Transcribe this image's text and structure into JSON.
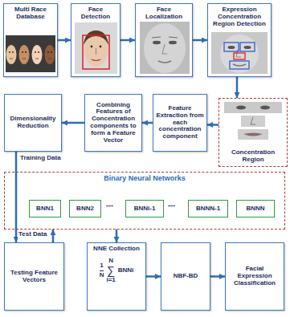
{
  "diagram": {
    "nodes": [
      {
        "text": [
          "Multi Race Database"
        ]
      },
      {
        "text": [
          "Face Detection"
        ]
      },
      {
        "text": [
          "Face Localization"
        ]
      },
      {
        "text": [
          "Expression Concentration Region Detection"
        ]
      },
      {
        "text": [
          "Dimensionality Reduction"
        ]
      },
      {
        "text": [
          "Combining Features of Concentration components to form a Feature Vector"
        ]
      },
      {
        "text": [
          "Feature Extraction from each concentration component"
        ]
      },
      {
        "text": [
          "Concentration Region"
        ]
      },
      {
        "text": [
          "Binary Neural Networks"
        ]
      },
      {
        "text": [
          "BNN1"
        ],
        "in": 8
      },
      {
        "text": [
          "BNN2"
        ],
        "in": 8
      },
      {
        "text": [
          "BNNi-1"
        ],
        "in": 8
      },
      {
        "text": [
          "BNNN-1"
        ],
        "in": 8
      },
      {
        "text": [
          "BNNN"
        ],
        "in": 8
      },
      {
        "text": [
          "Testing Feature Vectors"
        ]
      },
      {
        "text": [
          "NNE Collection",
          "1",
          "N",
          "N",
          "∑",
          "i=1",
          "BNNi"
        ]
      },
      {
        "text": [
          "NBF-BD"
        ]
      },
      {
        "text": [
          "Facial Expression Classification"
        ]
      }
    ],
    "edges": [
      {
        "from": 0,
        "to": 1,
        "arrow": "to"
      },
      {
        "from": 1,
        "to": 2,
        "arrow": "to"
      },
      {
        "from": 2,
        "to": 3,
        "arrow": "to"
      },
      {
        "from": 3,
        "to": 7,
        "arrow": "to"
      },
      {
        "from": 7,
        "to": 6,
        "arrow": "to"
      },
      {
        "from": 6,
        "to": 5,
        "arrow": "to"
      },
      {
        "from": 5,
        "to": 4,
        "arrow": "to"
      },
      {
        "from": 4,
        "to": 14,
        "label": "Training Data",
        "arrow": "to"
      },
      {
        "from": 14,
        "to": 8,
        "label": "Test Data",
        "arrow": "to"
      },
      {
        "from": 8,
        "to": 15,
        "arrow": "to"
      },
      {
        "from": 15,
        "to": 16,
        "arrow": "to"
      },
      {
        "from": 16,
        "to": 17,
        "arrow": "to"
      }
    ],
    "labels": [
      "---",
      "---"
    ]
  }
}
